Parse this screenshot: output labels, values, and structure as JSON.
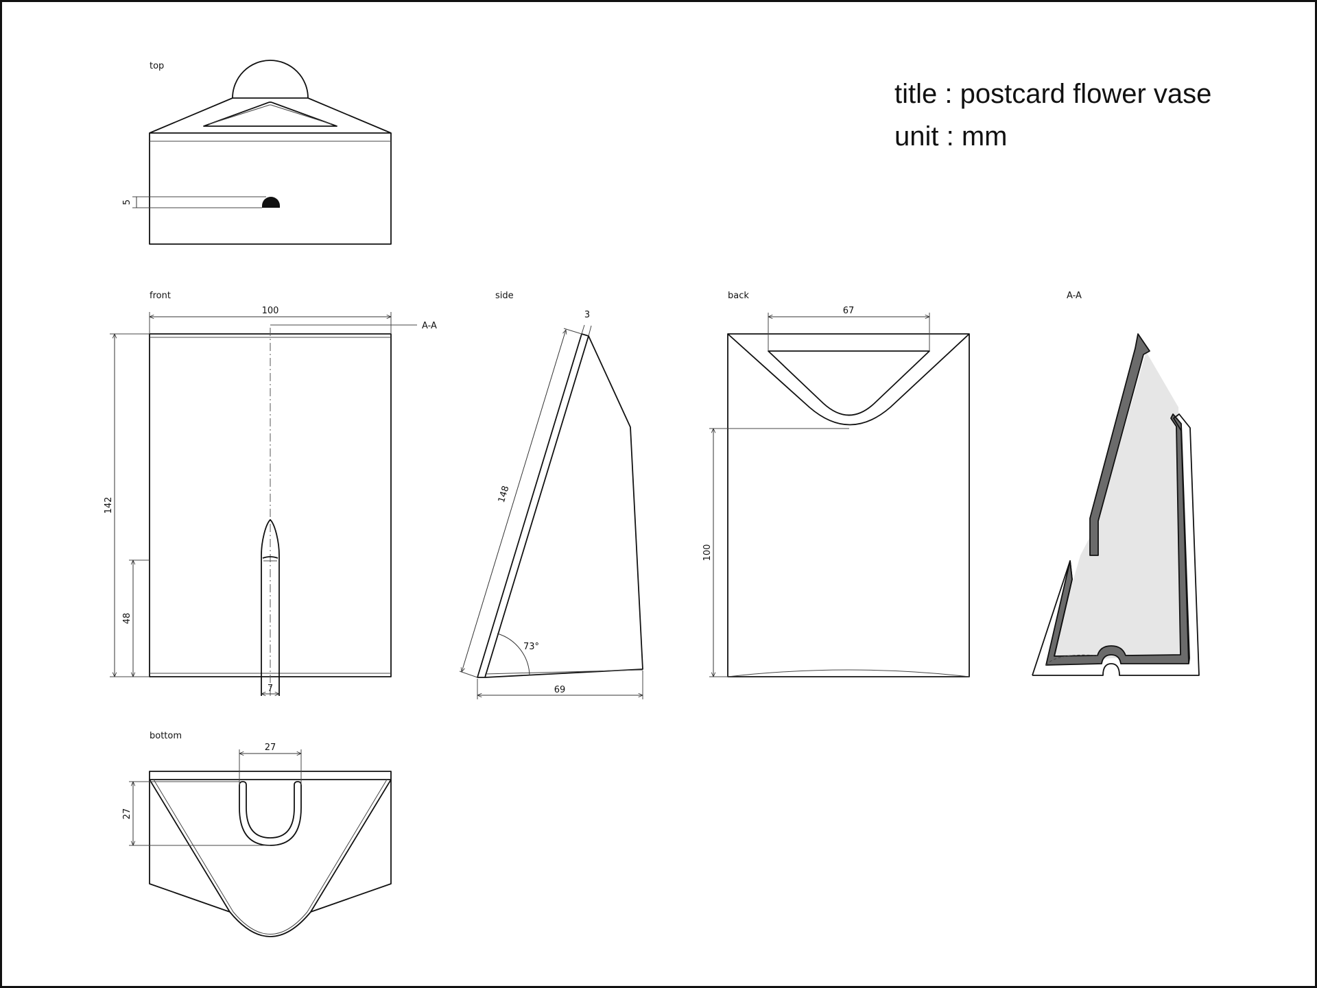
{
  "info": {
    "title_line": "title : postcard flower vase",
    "unit_line": "unit : mm"
  },
  "views": {
    "top": "top",
    "front": "front",
    "side": "side",
    "back": "back",
    "section": "A-A",
    "bottom": "bottom"
  },
  "dims": {
    "top_slot": "5",
    "front_width": "100",
    "front_height": "142",
    "front_slot_height": "48",
    "front_slot_width": "7",
    "section_marker": "A-A",
    "side_thickness": "3",
    "side_length": "148",
    "side_angle": "73°",
    "side_depth": "69",
    "back_opening": "67",
    "back_height": "100",
    "bottom_width": "27",
    "bottom_depth": "27"
  }
}
